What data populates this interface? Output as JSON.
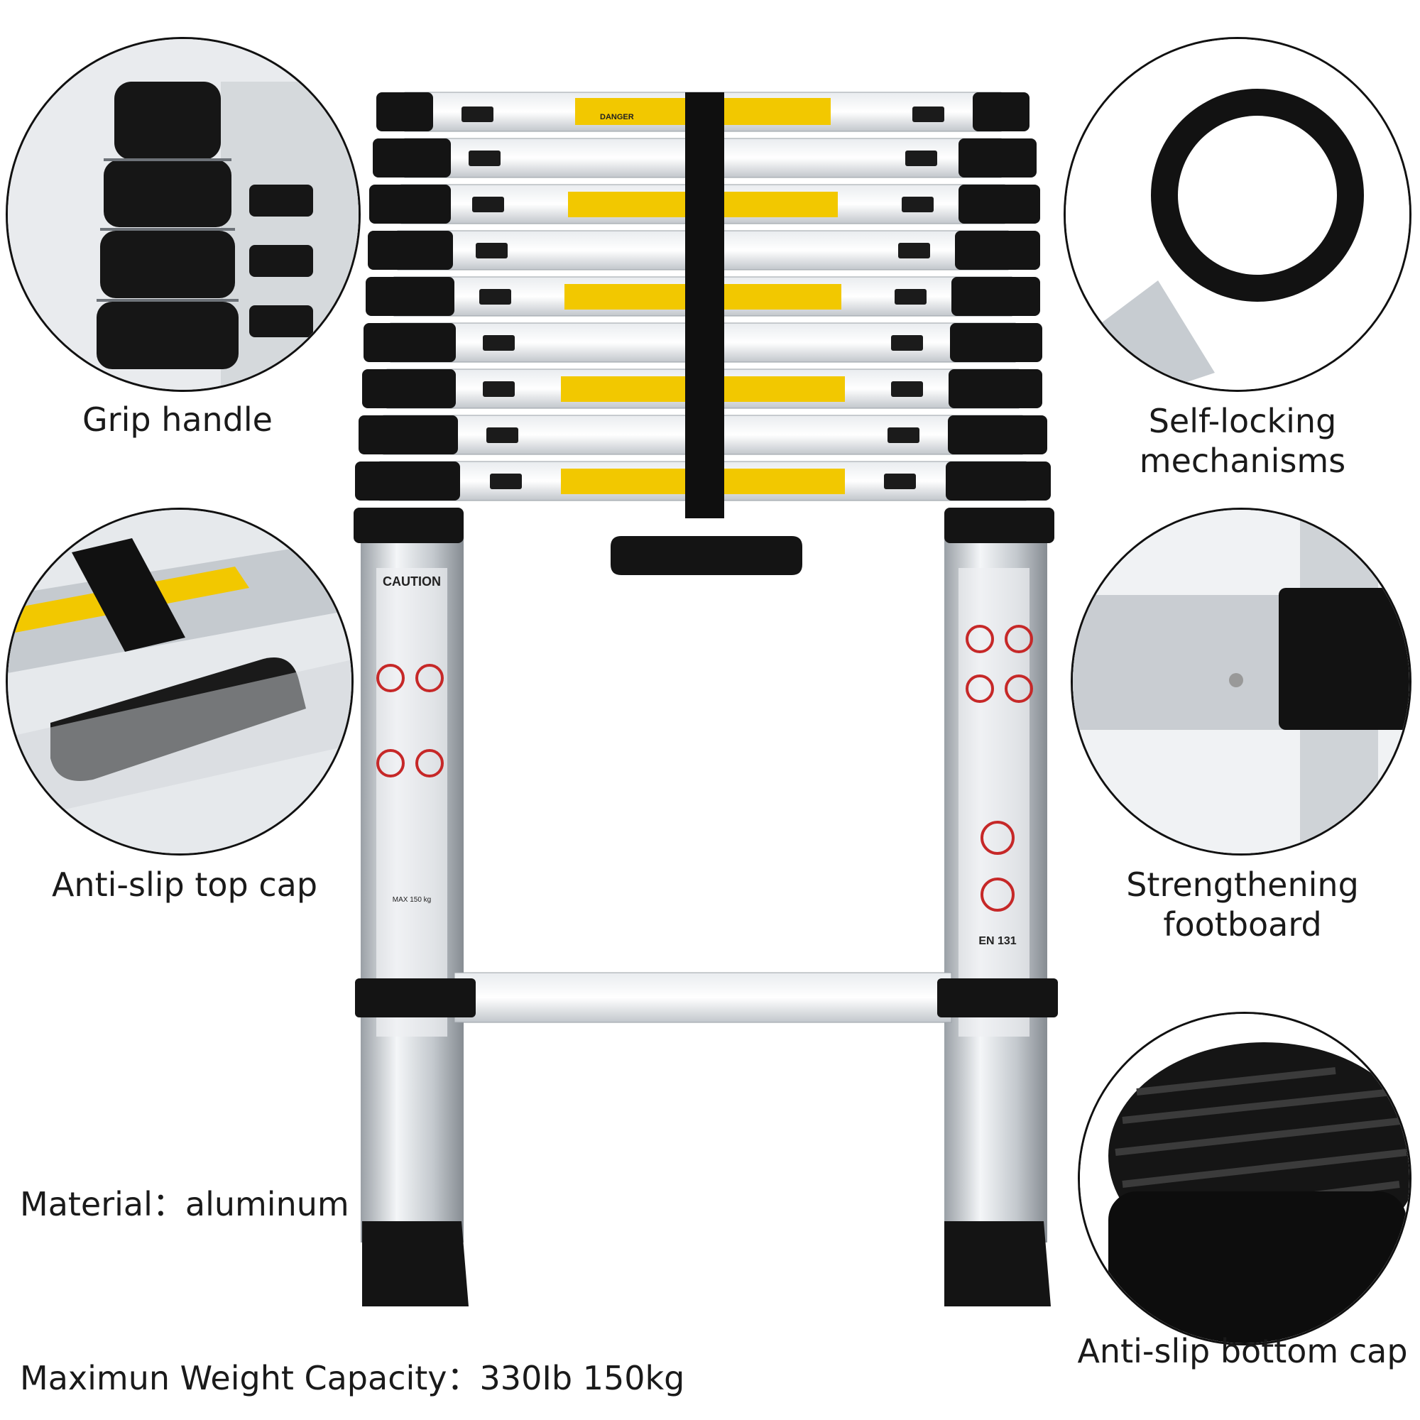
{
  "features": {
    "grip_handle": "Grip handle",
    "self_locking": [
      "Self-locking",
      "mechanisms"
    ],
    "anti_slip_top": "Anti-slip top cap",
    "footboard": [
      "Strengthening",
      "footboard"
    ],
    "anti_slip_bottom": "Anti-slip bottom cap"
  },
  "specs": {
    "material_label": "Material：",
    "material_value": "aluminum",
    "weight_label": "Maximun Weight Capacity：",
    "weight_value": "330Ib 150kg"
  },
  "ladder_labels": {
    "caution": "CAUTION",
    "standard": "EN 131",
    "danger": "DANGER",
    "max_load": "MAX 150 kg"
  },
  "colors": {
    "aluminum": "#c9cdd1",
    "black_cap": "#141414",
    "warning_yellow": "#f2c800"
  }
}
